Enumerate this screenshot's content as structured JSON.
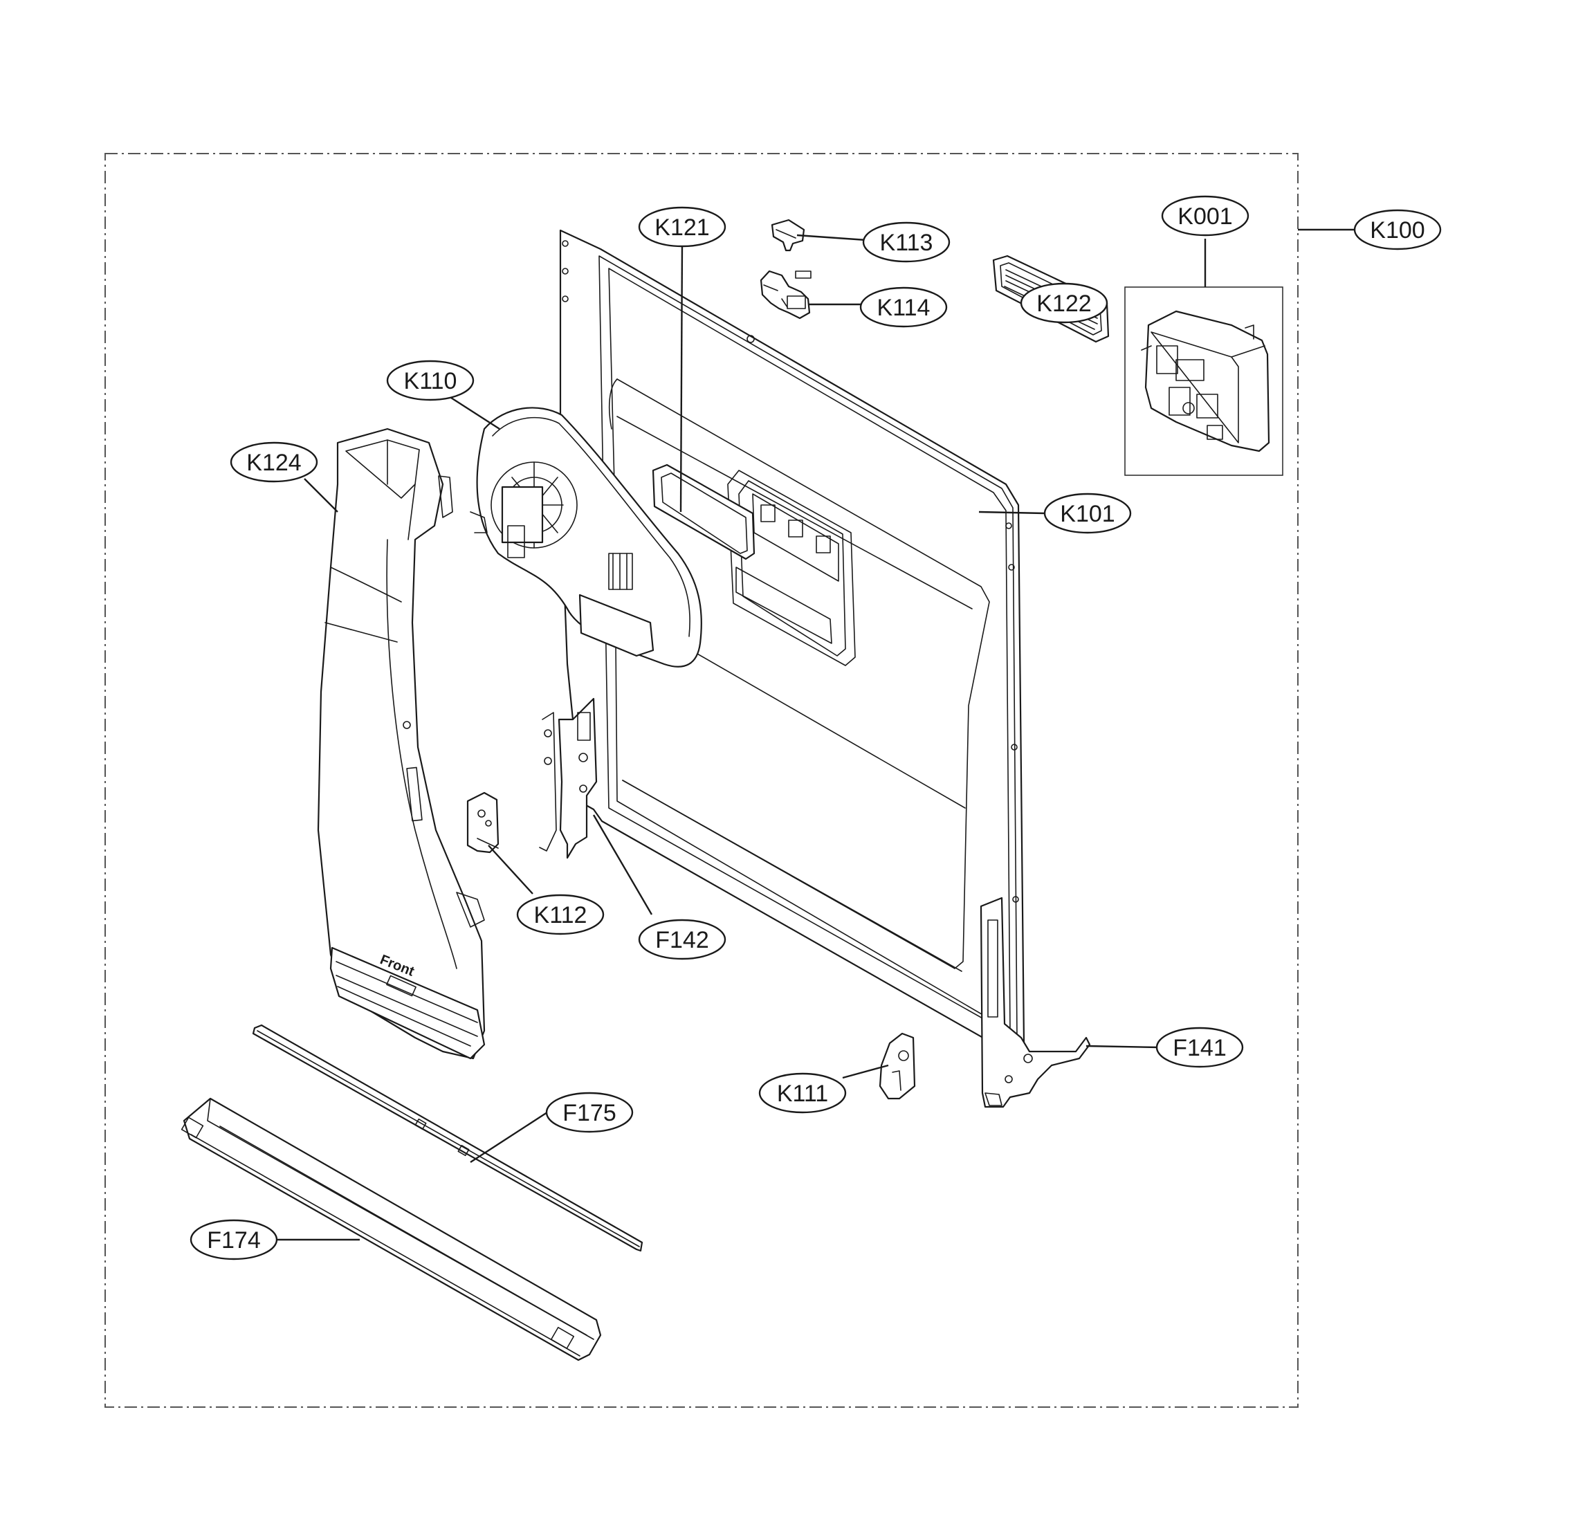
{
  "diagram": {
    "labels": [
      {
        "id": "K100",
        "text": "K100"
      },
      {
        "id": "K001",
        "text": "K001"
      },
      {
        "id": "K121",
        "text": "K121"
      },
      {
        "id": "K113",
        "text": "K113"
      },
      {
        "id": "K114",
        "text": "K114"
      },
      {
        "id": "K122",
        "text": "K122"
      },
      {
        "id": "K110",
        "text": "K110"
      },
      {
        "id": "K124",
        "text": "K124"
      },
      {
        "id": "K101",
        "text": "K101"
      },
      {
        "id": "K112",
        "text": "K112"
      },
      {
        "id": "F142",
        "text": "F142"
      },
      {
        "id": "F141",
        "text": "F141"
      },
      {
        "id": "K111",
        "text": "K111"
      },
      {
        "id": "F175",
        "text": "F175"
      },
      {
        "id": "F174",
        "text": "F174"
      }
    ],
    "part_stamp": "Front"
  }
}
